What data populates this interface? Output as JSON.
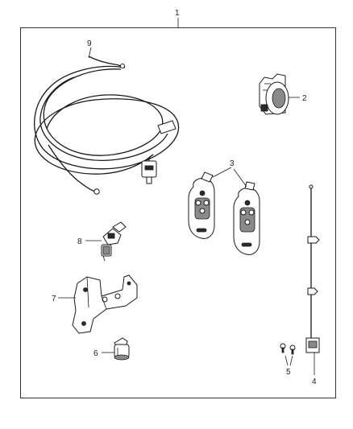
{
  "callouts": {
    "kit": "1",
    "module": "2",
    "key_fobs": "3",
    "antenna": "4",
    "screws": "5",
    "sensor": "6",
    "bracket": "7",
    "switch": "8",
    "harness": "9"
  },
  "colors": {
    "line": "#1a1a1a",
    "fill": "#ffffff",
    "frame": "#333333"
  }
}
